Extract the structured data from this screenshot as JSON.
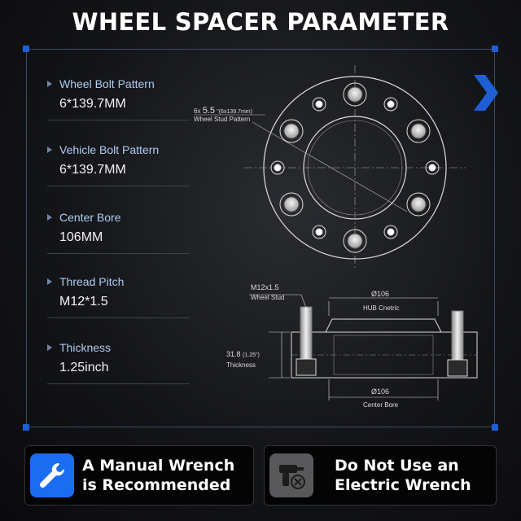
{
  "title": "WHEEL SPACER PARAMETER",
  "params": [
    {
      "label": "Wheel Bolt Pattern",
      "value": "6*139.7MM"
    },
    {
      "label": "Vehicle Bolt Pattern",
      "value": "6*139.7MM"
    },
    {
      "label": "Center Bore",
      "value": "106MM"
    },
    {
      "label": "Thread Pitch",
      "value": "M12*1.5"
    },
    {
      "label": "Thickness",
      "value": "1.25inch"
    }
  ],
  "front_view": {
    "pattern_prefix": "6x",
    "pattern_value": "5.5",
    "pattern_metric": "\"(6x139.7mm)",
    "pattern_label": "Wheel Stud  Pattern"
  },
  "side_view": {
    "stud_size": "M12x1.5",
    "stud_label": "Wheel Stud",
    "hub_dim": "Ø106",
    "hub_label": "HUB Cnetric",
    "thickness_dim": "31.8",
    "thickness_inch": "(1.25\")",
    "thickness_label": "Thickness",
    "bore_dim": "Ø106",
    "bore_label": "Center Bore"
  },
  "notes": {
    "left": {
      "line1": "A Manual Wrench",
      "line2": "is Recommended",
      "icon": "wrench-icon"
    },
    "right": {
      "line1": "Do Not Use an",
      "line2": "Electric Wrench",
      "icon": "no-drill-icon"
    }
  },
  "colors": {
    "accent": "#1e5fd6",
    "label": "#aecbf2",
    "note_blue": "#1a6df0"
  }
}
